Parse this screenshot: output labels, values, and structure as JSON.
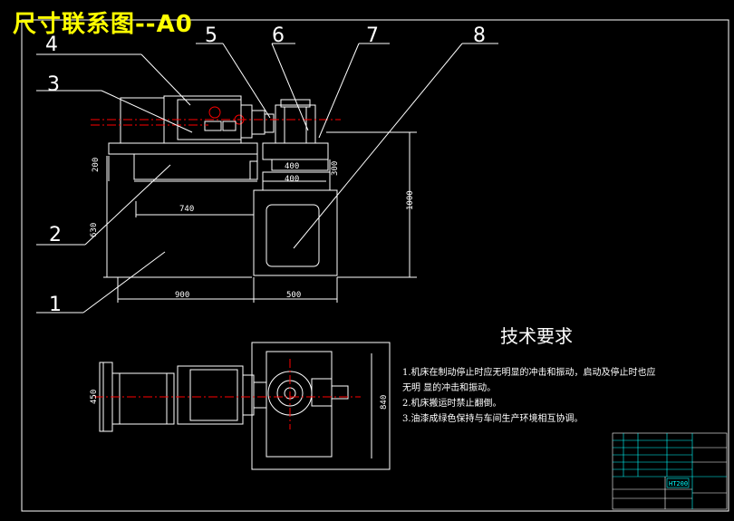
{
  "title": "尺寸联系图--A0",
  "part_numbers": {
    "n1": "1",
    "n2": "2",
    "n3": "3",
    "n4": "4",
    "n5": "5",
    "n6": "6",
    "n7": "7",
    "n8": "8"
  },
  "dimensions": {
    "d740": "740",
    "d900": "900",
    "d500": "500",
    "d630": "630",
    "d200": "200",
    "d1000": "1000",
    "d400a": "400",
    "d400b": "400",
    "d300": "300",
    "d450": "450",
    "d840": "840"
  },
  "technical_requirements": {
    "heading": "技术要求",
    "items": [
      "1.机床在制动停止时应无明显的冲击和振动，启动及停止时也应",
      "无明    显的冲击和振动。",
      "2.机床搬运时禁止翻倒。",
      "3.油漆成绿色保持与车间生产环境相互协调。"
    ]
  },
  "title_block": {
    "material": "HT200"
  },
  "colors": {
    "background": "#000000",
    "lines": "#ffffff",
    "title": "#ffff00",
    "centerline": "#ff0000",
    "accent": "#00ffff",
    "frame_blue": "#0000ff"
  }
}
